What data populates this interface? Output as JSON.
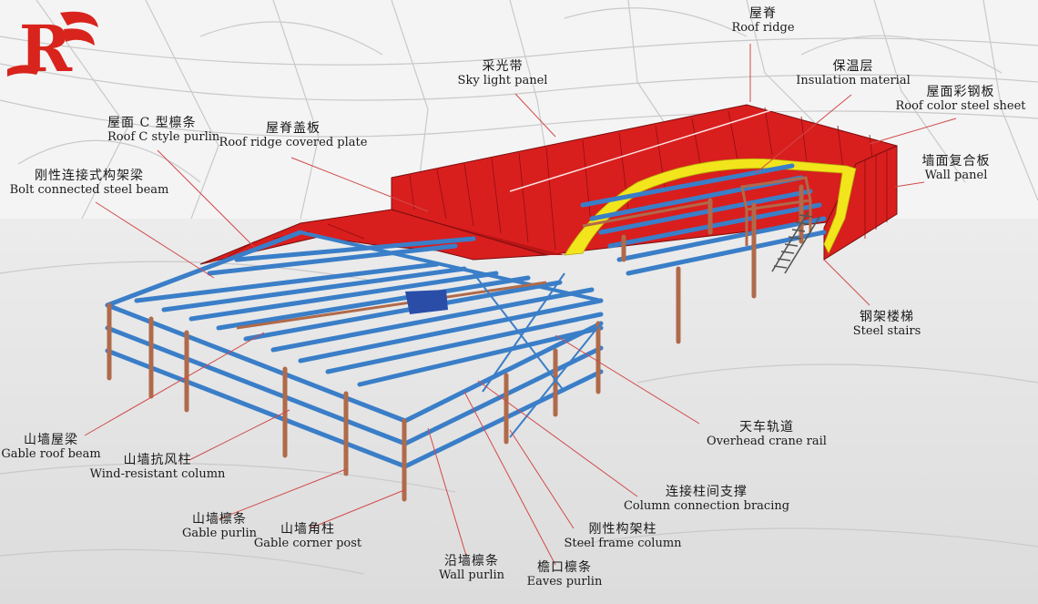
{
  "logo": {
    "letter": "R",
    "brand_color": "#d8241c"
  },
  "colors": {
    "roof": "#d91e1e",
    "steel": "#3a7ec8",
    "column": "#b06a4a",
    "insulation": "#f2e51c",
    "leader": "#d24a4a"
  },
  "labels": [
    {
      "id": "roof-ridge",
      "zh": "屋脊",
      "en": "Roof ridge"
    },
    {
      "id": "sky-light-panel",
      "zh": "采光带",
      "en": "Sky light panel"
    },
    {
      "id": "insulation-material",
      "zh": "保温层",
      "en": "Insulation material"
    },
    {
      "id": "roof-color-steel-sheet",
      "zh": "屋面彩钢板",
      "en": "Roof color steel sheet"
    },
    {
      "id": "roof-c-style-purlin",
      "zh": "屋面 C 型檩条",
      "en": "Roof C style purlin"
    },
    {
      "id": "roof-ridge-covered-plate",
      "zh": "屋脊盖板",
      "en": "Roof ridge covered plate"
    },
    {
      "id": "bolt-connected-steel-beam",
      "zh": "刚性连接式构架梁",
      "en": "Bolt connected steel beam"
    },
    {
      "id": "wall-panel",
      "zh": "墙面复合板",
      "en": "Wall panel"
    },
    {
      "id": "steel-stairs",
      "zh": "钢架楼梯",
      "en": "Steel stairs"
    },
    {
      "id": "overhead-crane-rail",
      "zh": "天车轨道",
      "en": "Overhead crane rail"
    },
    {
      "id": "gable-roof-beam",
      "zh": "山墙屋梁",
      "en": "Gable roof beam"
    },
    {
      "id": "wind-resistant-column",
      "zh": "山墙抗风柱",
      "en": "Wind-resistant column"
    },
    {
      "id": "column-connection-bracing",
      "zh": "连接柱间支撑",
      "en": "Column connection bracing"
    },
    {
      "id": "gable-purlin",
      "zh": "山墙檩条",
      "en": "Gable purlin"
    },
    {
      "id": "gable-corner-post",
      "zh": "山墙角柱",
      "en": "Gable corner post"
    },
    {
      "id": "steel-frame-column",
      "zh": "刚性构架柱",
      "en": "Steel frame column"
    },
    {
      "id": "wall-purlin",
      "zh": "沿墙檩条",
      "en": "Wall purlin"
    },
    {
      "id": "eaves-purlin",
      "zh": "檐口檩条",
      "en": "Eaves purlin"
    }
  ]
}
